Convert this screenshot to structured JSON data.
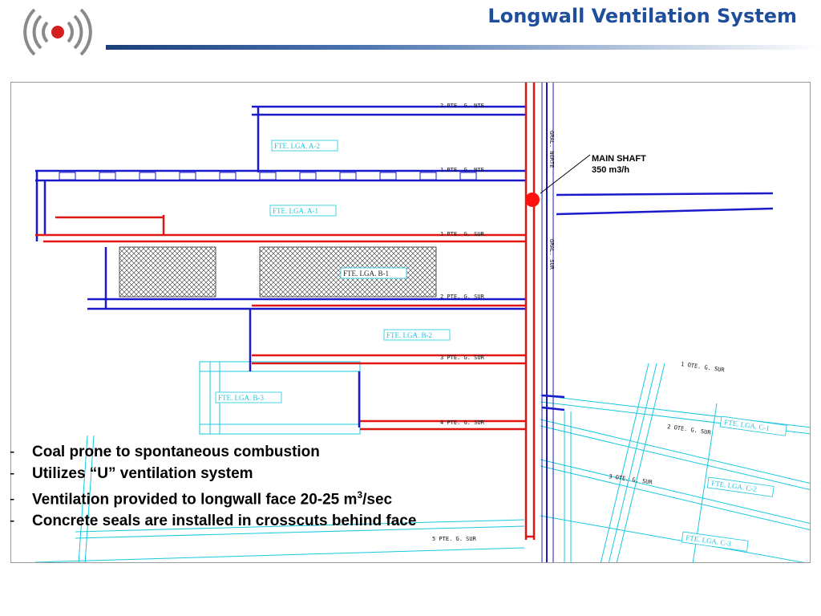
{
  "header": {
    "title": "Longwall Ventilation System"
  },
  "main_shaft": {
    "label": "MAIN SHAFT",
    "flow": "350  m3/h"
  },
  "entries": {
    "pte_nte_2": "2  PTE.  G.  NTE.",
    "pte_nte_1": "1  PTE.  G.  NTE.",
    "pte_sur_1": "1  PTE.  G.  SUR",
    "pte_sur_2": "2  PTE.  G.  SUR",
    "pte_sur_3": "3  PTE.  G.  SUR",
    "pte_sur_4": "4  PTE.  G.  SUR",
    "pte_sur_5": "5  PTE.  G.  SUR",
    "ote_sur_1": "1  OTE.  G.  SUR",
    "ote_sur_2": "2  OTE.  G.  SUR",
    "ote_sur_3": "3  OTE.  G.  SUR",
    "gral_norte": "GRAL. NORTE",
    "gral_sur": "GRAL. SUR"
  },
  "panels": {
    "a2": "FTE.  LGA.  A-2",
    "a1": "FTE.  LGA.  A-1",
    "b1": "FTE.  LGA.  B-1",
    "b2": "FTE.  LGA.  B-2",
    "b3": "FTE.  LGA.  B-3",
    "c1": "FTE.  LGA.  C-1",
    "c2": "FTE.  LGA.  C-2",
    "c3": "FTE.  LGA.  C-3"
  },
  "colors": {
    "intake": "#1a1acc",
    "return": "#e01515",
    "planned": "#18c8e0",
    "title": "#1f4e9c"
  },
  "bullets": {
    "b1": "Coal prone to spontaneous combustion",
    "b2": "Utilizes “U” ventilation system",
    "b3_pre": "Ventilation provided to longwall face 20-25 m",
    "b3_sup": "3",
    "b3_post": "/sec",
    "b4": "Concrete seals are installed in crosscuts behind face"
  }
}
